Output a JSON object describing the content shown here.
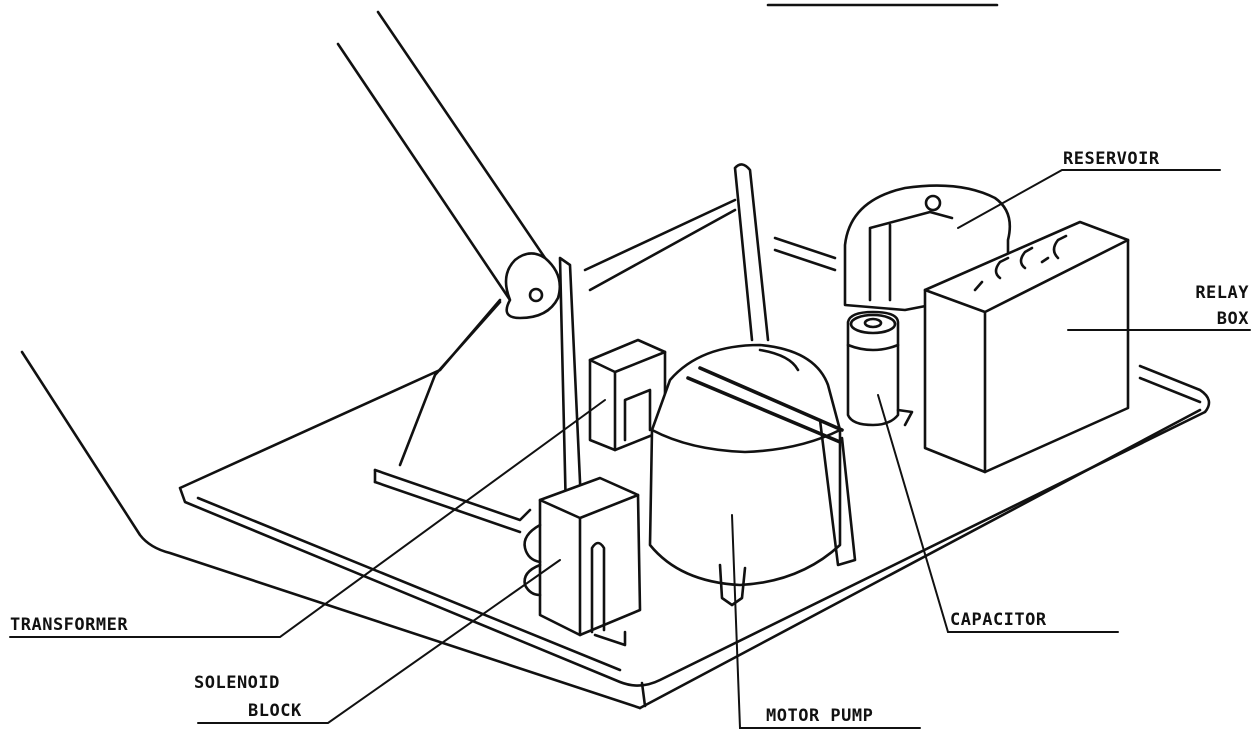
{
  "labels": {
    "reservoir": "RESERVOIR",
    "relay_box_line1": "RELAY",
    "relay_box_line2": "BOX",
    "capacitor": "CAPACITOR",
    "transformer": "TRANSFORMER",
    "solenoid_block_line1": "SOLENOID",
    "solenoid_block_line2": "BLOCK",
    "motor_pump": "MOTOR PUMP"
  },
  "colors": {
    "ink": "#111111",
    "paper": "#ffffff"
  }
}
